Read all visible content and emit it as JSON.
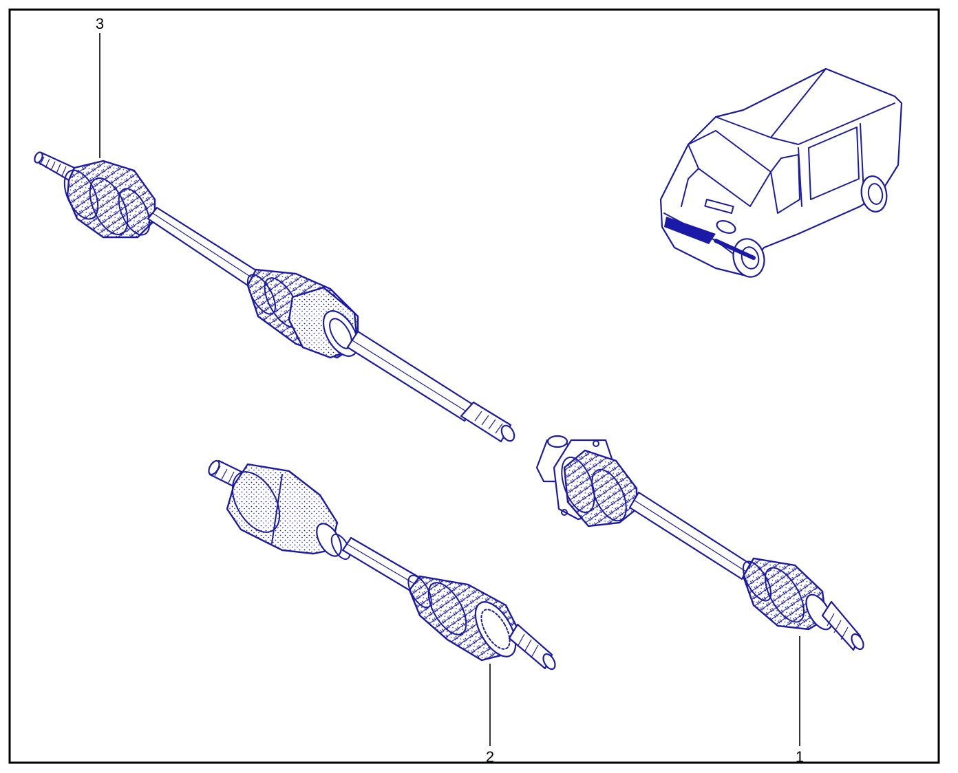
{
  "parts": [
    {
      "id": "part-1",
      "callout": "1"
    },
    {
      "id": "part-2",
      "callout": "2"
    },
    {
      "id": "part-3",
      "callout": "3"
    }
  ],
  "colors": {
    "ink": "#1a1aa6",
    "frame": "#000000",
    "background": "#ffffff"
  }
}
